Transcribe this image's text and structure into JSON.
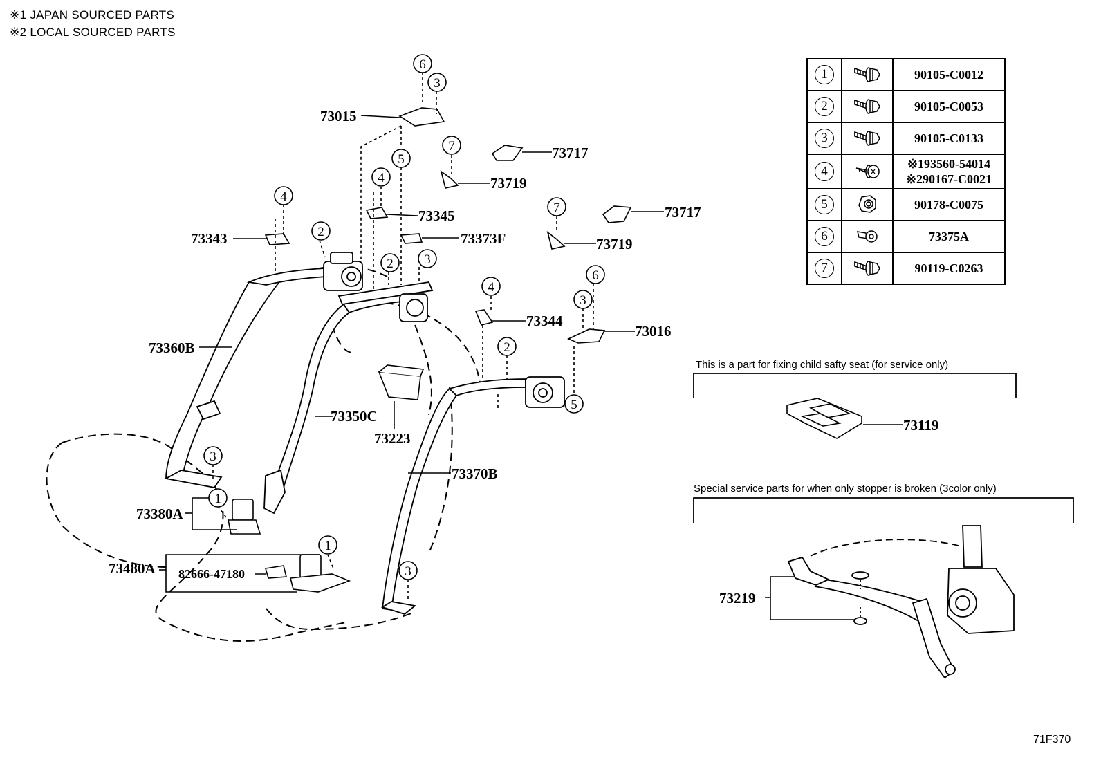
{
  "notes": {
    "japan": "※1 JAPAN SOURCED PARTS",
    "local": "※2 LOCAL SOURCED PARTS"
  },
  "fastener_table": [
    {
      "num": "1",
      "icon": "flange-bolt-icon",
      "codes": [
        "90105-C0012"
      ]
    },
    {
      "num": "2",
      "icon": "flange-bolt-icon",
      "codes": [
        "90105-C0053"
      ]
    },
    {
      "num": "3",
      "icon": "flange-bolt-icon",
      "codes": [
        "90105-C0133"
      ]
    },
    {
      "num": "4",
      "icon": "screw-icon",
      "codes": [
        "※193560-54014",
        "※290167-C0021"
      ]
    },
    {
      "num": "5",
      "icon": "nut-icon",
      "codes": [
        "90178-C0075"
      ]
    },
    {
      "num": "6",
      "icon": "clip-icon",
      "codes": [
        "73375A"
      ]
    },
    {
      "num": "7",
      "icon": "flange-bolt-icon",
      "codes": [
        "90119-C0263"
      ]
    }
  ],
  "part_labels": {
    "p73015": "73015",
    "p73717a": "73717",
    "p73719a": "73719",
    "p73345": "73345",
    "p73717b": "73717",
    "p73719b": "73719",
    "p73343": "73343",
    "p73373f": "73373F",
    "p73344": "73344",
    "p73016": "73016",
    "p73360b": "73360B",
    "p73350c": "73350C",
    "p73223": "73223",
    "p73370b": "73370B",
    "p73380a": "73380A",
    "p73480a": "73480A",
    "p82666": "82666-47180",
    "p73119": "73119",
    "p73219": "73219"
  },
  "callouts": {
    "c6a": "6",
    "c3a": "3",
    "c5a": "5",
    "c7a": "7",
    "c4a": "4",
    "c4b": "4",
    "c2a": "2",
    "c2b": "2",
    "c3b": "3",
    "c7b": "7",
    "c4c": "4",
    "c6b": "6",
    "c3c": "3",
    "c2c": "2",
    "c5b": "5",
    "c3d": "3",
    "c1a": "1",
    "c1b": "1",
    "c3e": "3"
  },
  "captions": {
    "child_seat": "This is a part for fixing child safty seat (for service only)",
    "stopper": "Special service parts for when only stopper is broken (3color only)"
  },
  "drawing_code": "71F370"
}
